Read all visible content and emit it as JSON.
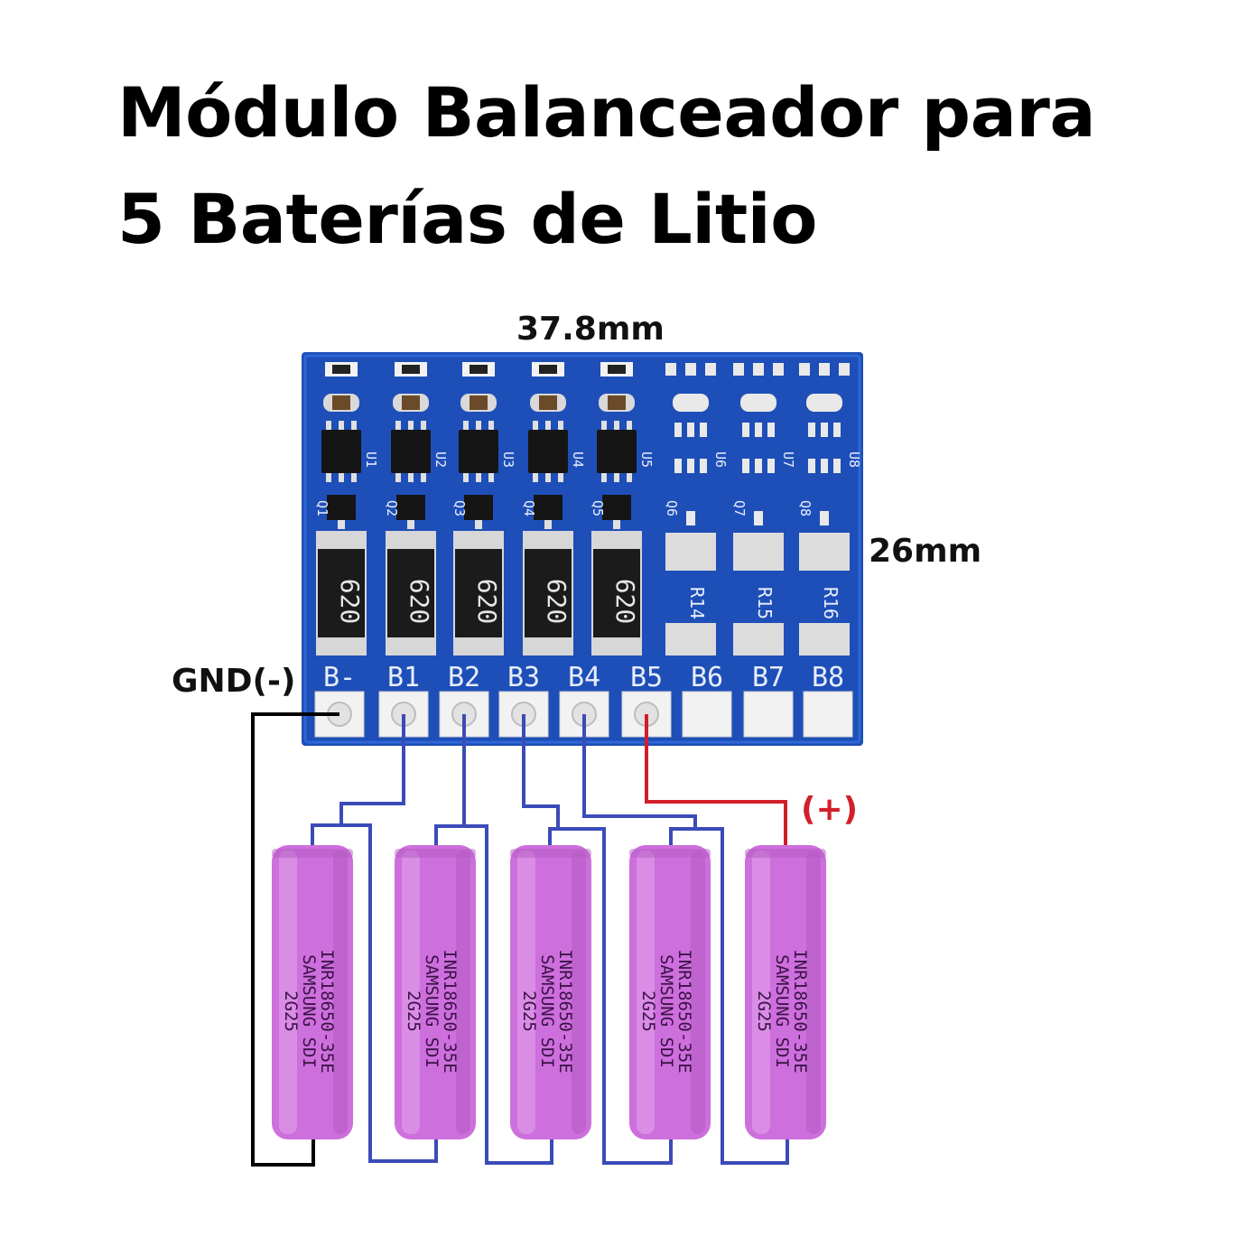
{
  "title": {
    "line1": "Módulo Balanceador para",
    "line2": "5 Baterías de Litio"
  },
  "dimensions": {
    "width": "37.8mm",
    "height": "26mm"
  },
  "labels": {
    "gnd": "GND(-)",
    "positive": "(+)"
  },
  "board": {
    "pins": [
      "B-",
      "B1",
      "B2",
      "B3",
      "B4",
      "B5",
      "B6",
      "B7",
      "B8"
    ],
    "resistor_code": "620",
    "unpopulated_resistors": [
      "R14",
      "R15",
      "R16"
    ],
    "ic_labels": [
      "U1",
      "U2",
      "U3",
      "U4",
      "U5",
      "U6",
      "U7",
      "U8"
    ],
    "q_labels": [
      "Q1",
      "Q2",
      "Q3",
      "Q4",
      "Q5",
      "Q6",
      "Q7",
      "Q8"
    ],
    "pcb_color": "#1e4fb8"
  },
  "cell": {
    "line1": "INR18650-35E",
    "line2": "SAMSUNG SDI",
    "line3": "2G25",
    "color": "#cd6fdc"
  },
  "wire_colors": {
    "gnd": "#000000",
    "balance": "#3b4bb8",
    "positive": "#d21f2a"
  }
}
